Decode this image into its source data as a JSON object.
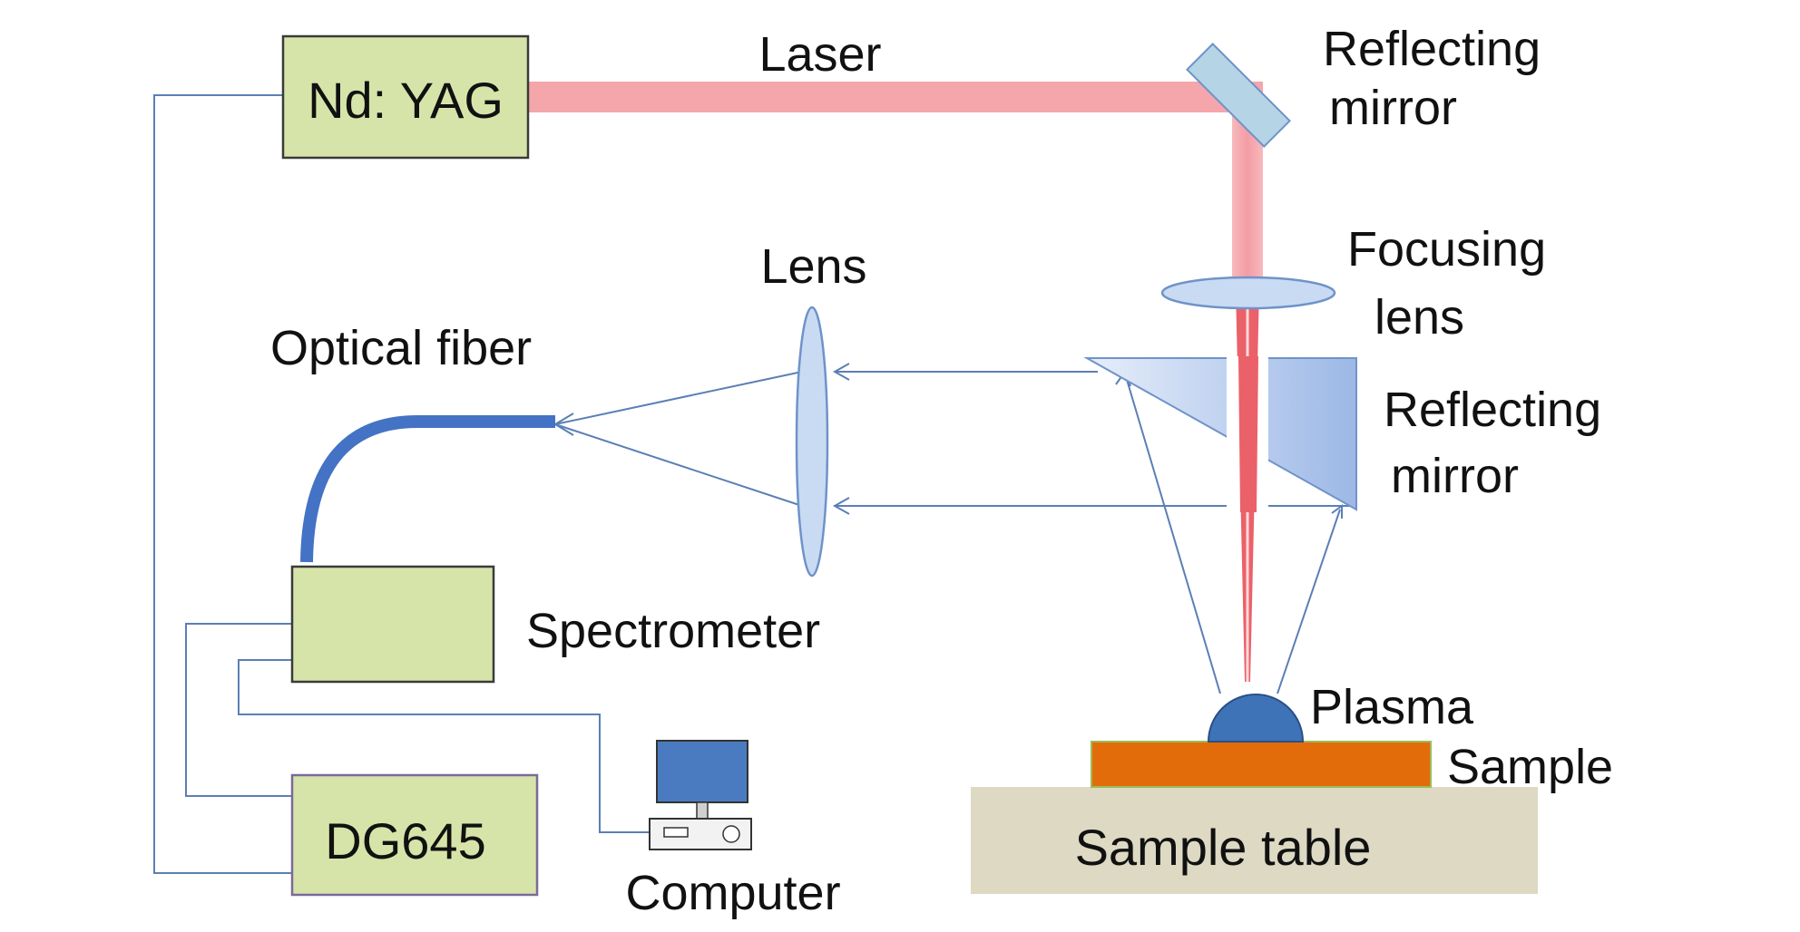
{
  "labels": {
    "laser": "Laser",
    "nd_yag": "Nd: YAG",
    "reflecting_mirror_top_1": "Reflecting",
    "reflecting_mirror_top_2": "mirror",
    "focusing_lens_1": "Focusing",
    "focusing_lens_2": "lens",
    "lens": "Lens",
    "optical_fiber": "Optical fiber",
    "reflecting_mirror_mid_1": "Reflecting",
    "reflecting_mirror_mid_2": "mirror",
    "spectrometer": "Spectrometer",
    "plasma": "Plasma",
    "sample": "Sample",
    "sample_table": "Sample table",
    "dg645": "DG645",
    "computer": "Computer"
  },
  "colors": {
    "box_fill": "#d7e4a9",
    "box_stroke": "#3a3a3a",
    "wire": "#5b7fb5",
    "laser_beam": "#f4a6aa",
    "focused_beam": "#e8454f",
    "fiber": "#4472c4",
    "optic_fill": "#c9dbf3",
    "optic_stroke": "#6f93c9",
    "ray": "#5b7fb5",
    "plasma": "#3f73b8",
    "sample": "#e36c0a",
    "sample_table": "#ddd9c3",
    "monitor": "#4a7abf"
  }
}
